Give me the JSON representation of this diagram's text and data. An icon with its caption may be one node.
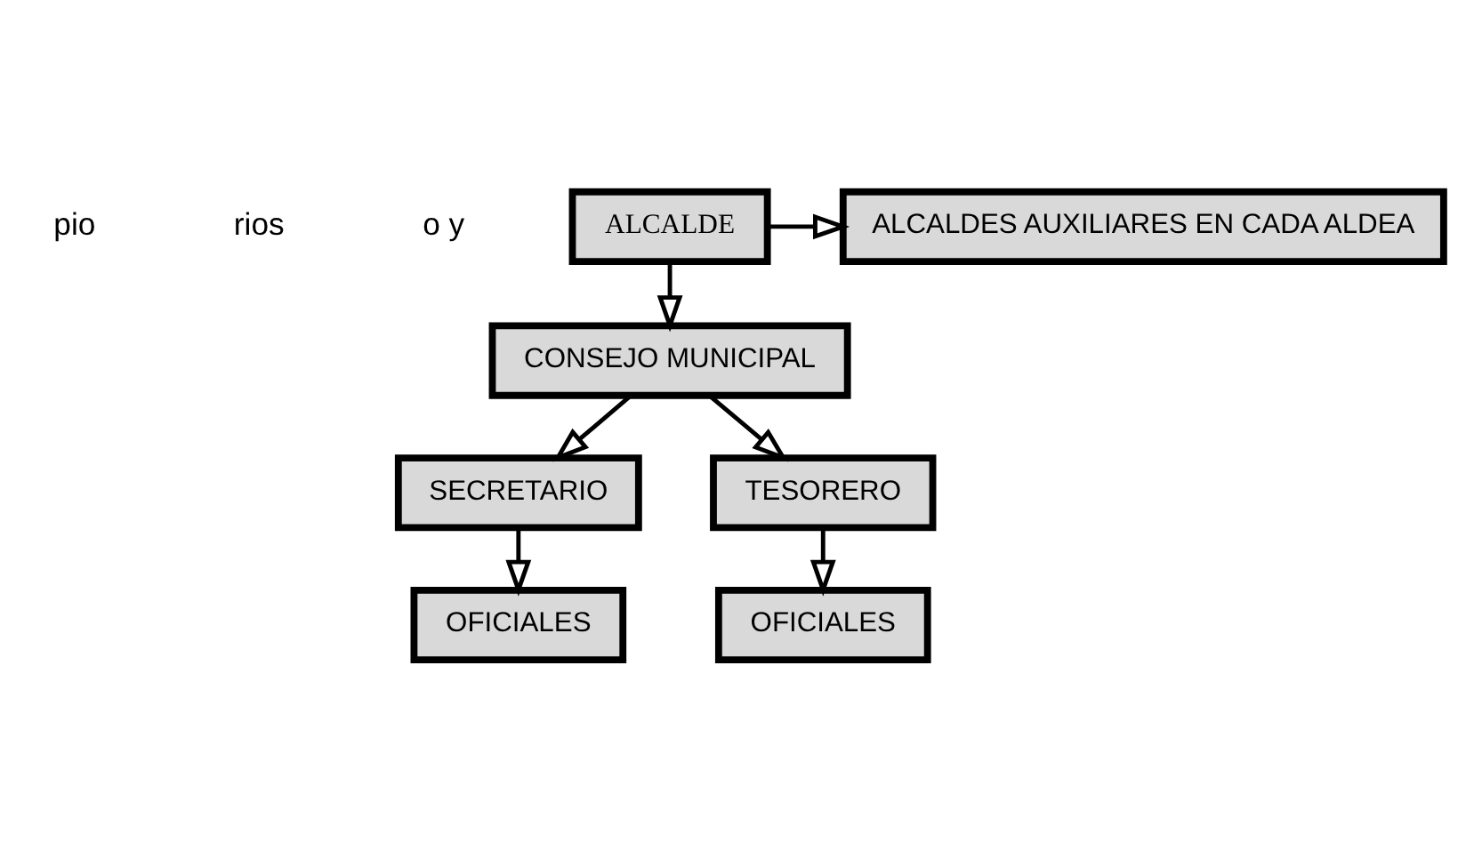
{
  "diagram": {
    "nodes": [
      {
        "text": [
          "ALCALDE"
        ]
      },
      {
        "text": [
          "ALCALDES AUXILIARES EN CADA ALDEA"
        ]
      },
      {
        "text": [
          "CONSEJO MUNICIPAL"
        ]
      },
      {
        "text": [
          "SECRETARIO"
        ]
      },
      {
        "text": [
          "TESORERO"
        ]
      },
      {
        "text": [
          "OFICIALES"
        ]
      },
      {
        "text": [
          "OFICIALES"
        ]
      }
    ],
    "edges": [
      {
        "from": 0,
        "to": 1,
        "arrow": "to"
      },
      {
        "from": 0,
        "to": 2,
        "arrow": "to"
      },
      {
        "from": 2,
        "to": 3,
        "arrow": "to"
      },
      {
        "from": 2,
        "to": 4,
        "arrow": "to"
      },
      {
        "from": 3,
        "to": 5,
        "arrow": "to"
      },
      {
        "from": 4,
        "to": 6,
        "arrow": "to"
      }
    ],
    "labels": [
      "pio",
      "rios",
      "o y"
    ]
  }
}
